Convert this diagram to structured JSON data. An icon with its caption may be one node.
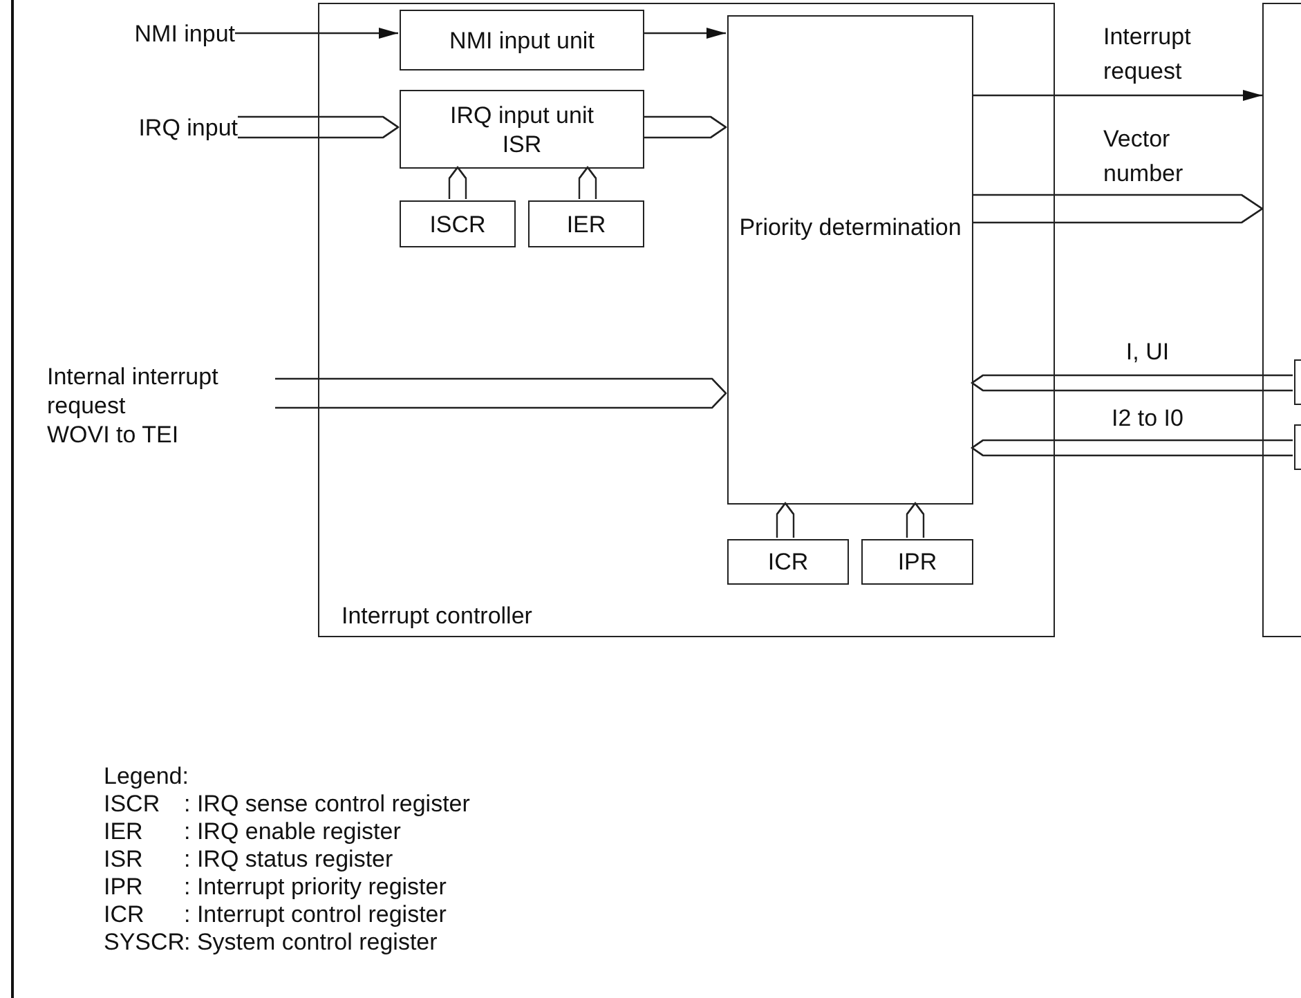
{
  "diagram": {
    "nodes": [
      {
        "text": [
          "Interrupt controller"
        ]
      },
      {
        "text": [
          "NMI input"
        ]
      },
      {
        "text": [
          "NMI input unit"
        ],
        "in": 0
      },
      {
        "text": [
          "IRQ input"
        ]
      },
      {
        "text": [
          "IRQ input unit",
          "ISR"
        ],
        "in": 0
      },
      {
        "text": [
          "ISCR"
        ],
        "in": 0
      },
      {
        "text": [
          "IER"
        ],
        "in": 0
      },
      {
        "text": [
          "Priority determination"
        ],
        "in": 0
      },
      {
        "text": [
          "ICR"
        ],
        "in": 0
      },
      {
        "text": [
          "IPR"
        ],
        "in": 0
      },
      {
        "text": [
          "Internal interrupt request",
          "WOVI to TEI"
        ]
      },
      {
        "text": [],
        "shape": "box"
      },
      {
        "text": [],
        "shape": "box",
        "in": 11
      },
      {
        "text": [],
        "shape": "box",
        "in": 11
      }
    ],
    "edges": [
      {
        "from": 1,
        "to": 2,
        "arrow": "to"
      },
      {
        "from": 2,
        "to": 7,
        "arrow": "to"
      },
      {
        "from": 3,
        "to": 4,
        "arrow": "to"
      },
      {
        "from": 4,
        "to": 7,
        "arrow": "to"
      },
      {
        "from": 5,
        "to": 4,
        "arrow": "to"
      },
      {
        "from": 6,
        "to": 4,
        "arrow": "to"
      },
      {
        "from": 10,
        "to": 7,
        "arrow": "to"
      },
      {
        "from": 7,
        "to": 11,
        "arrow": "to",
        "label": "Interrupt request"
      },
      {
        "from": 7,
        "to": 11,
        "arrow": "to",
        "label": "Vector number"
      },
      {
        "from": 12,
        "to": 7,
        "arrow": "to",
        "label": "I, UI"
      },
      {
        "from": 13,
        "to": 7,
        "arrow": "to",
        "label": "I2 to I0"
      },
      {
        "from": 8,
        "to": 7,
        "arrow": "to"
      },
      {
        "from": 9,
        "to": 7,
        "arrow": "to"
      }
    ],
    "labels": [
      "Legend:",
      "ISCR",
      ": IRQ sense control register",
      "IER",
      ": IRQ enable register",
      "ISR",
      ": IRQ status register",
      "IPR",
      ": Interrupt priority register",
      "ICR",
      ": Interrupt control register",
      "SYSCR",
      ": System control register"
    ]
  }
}
